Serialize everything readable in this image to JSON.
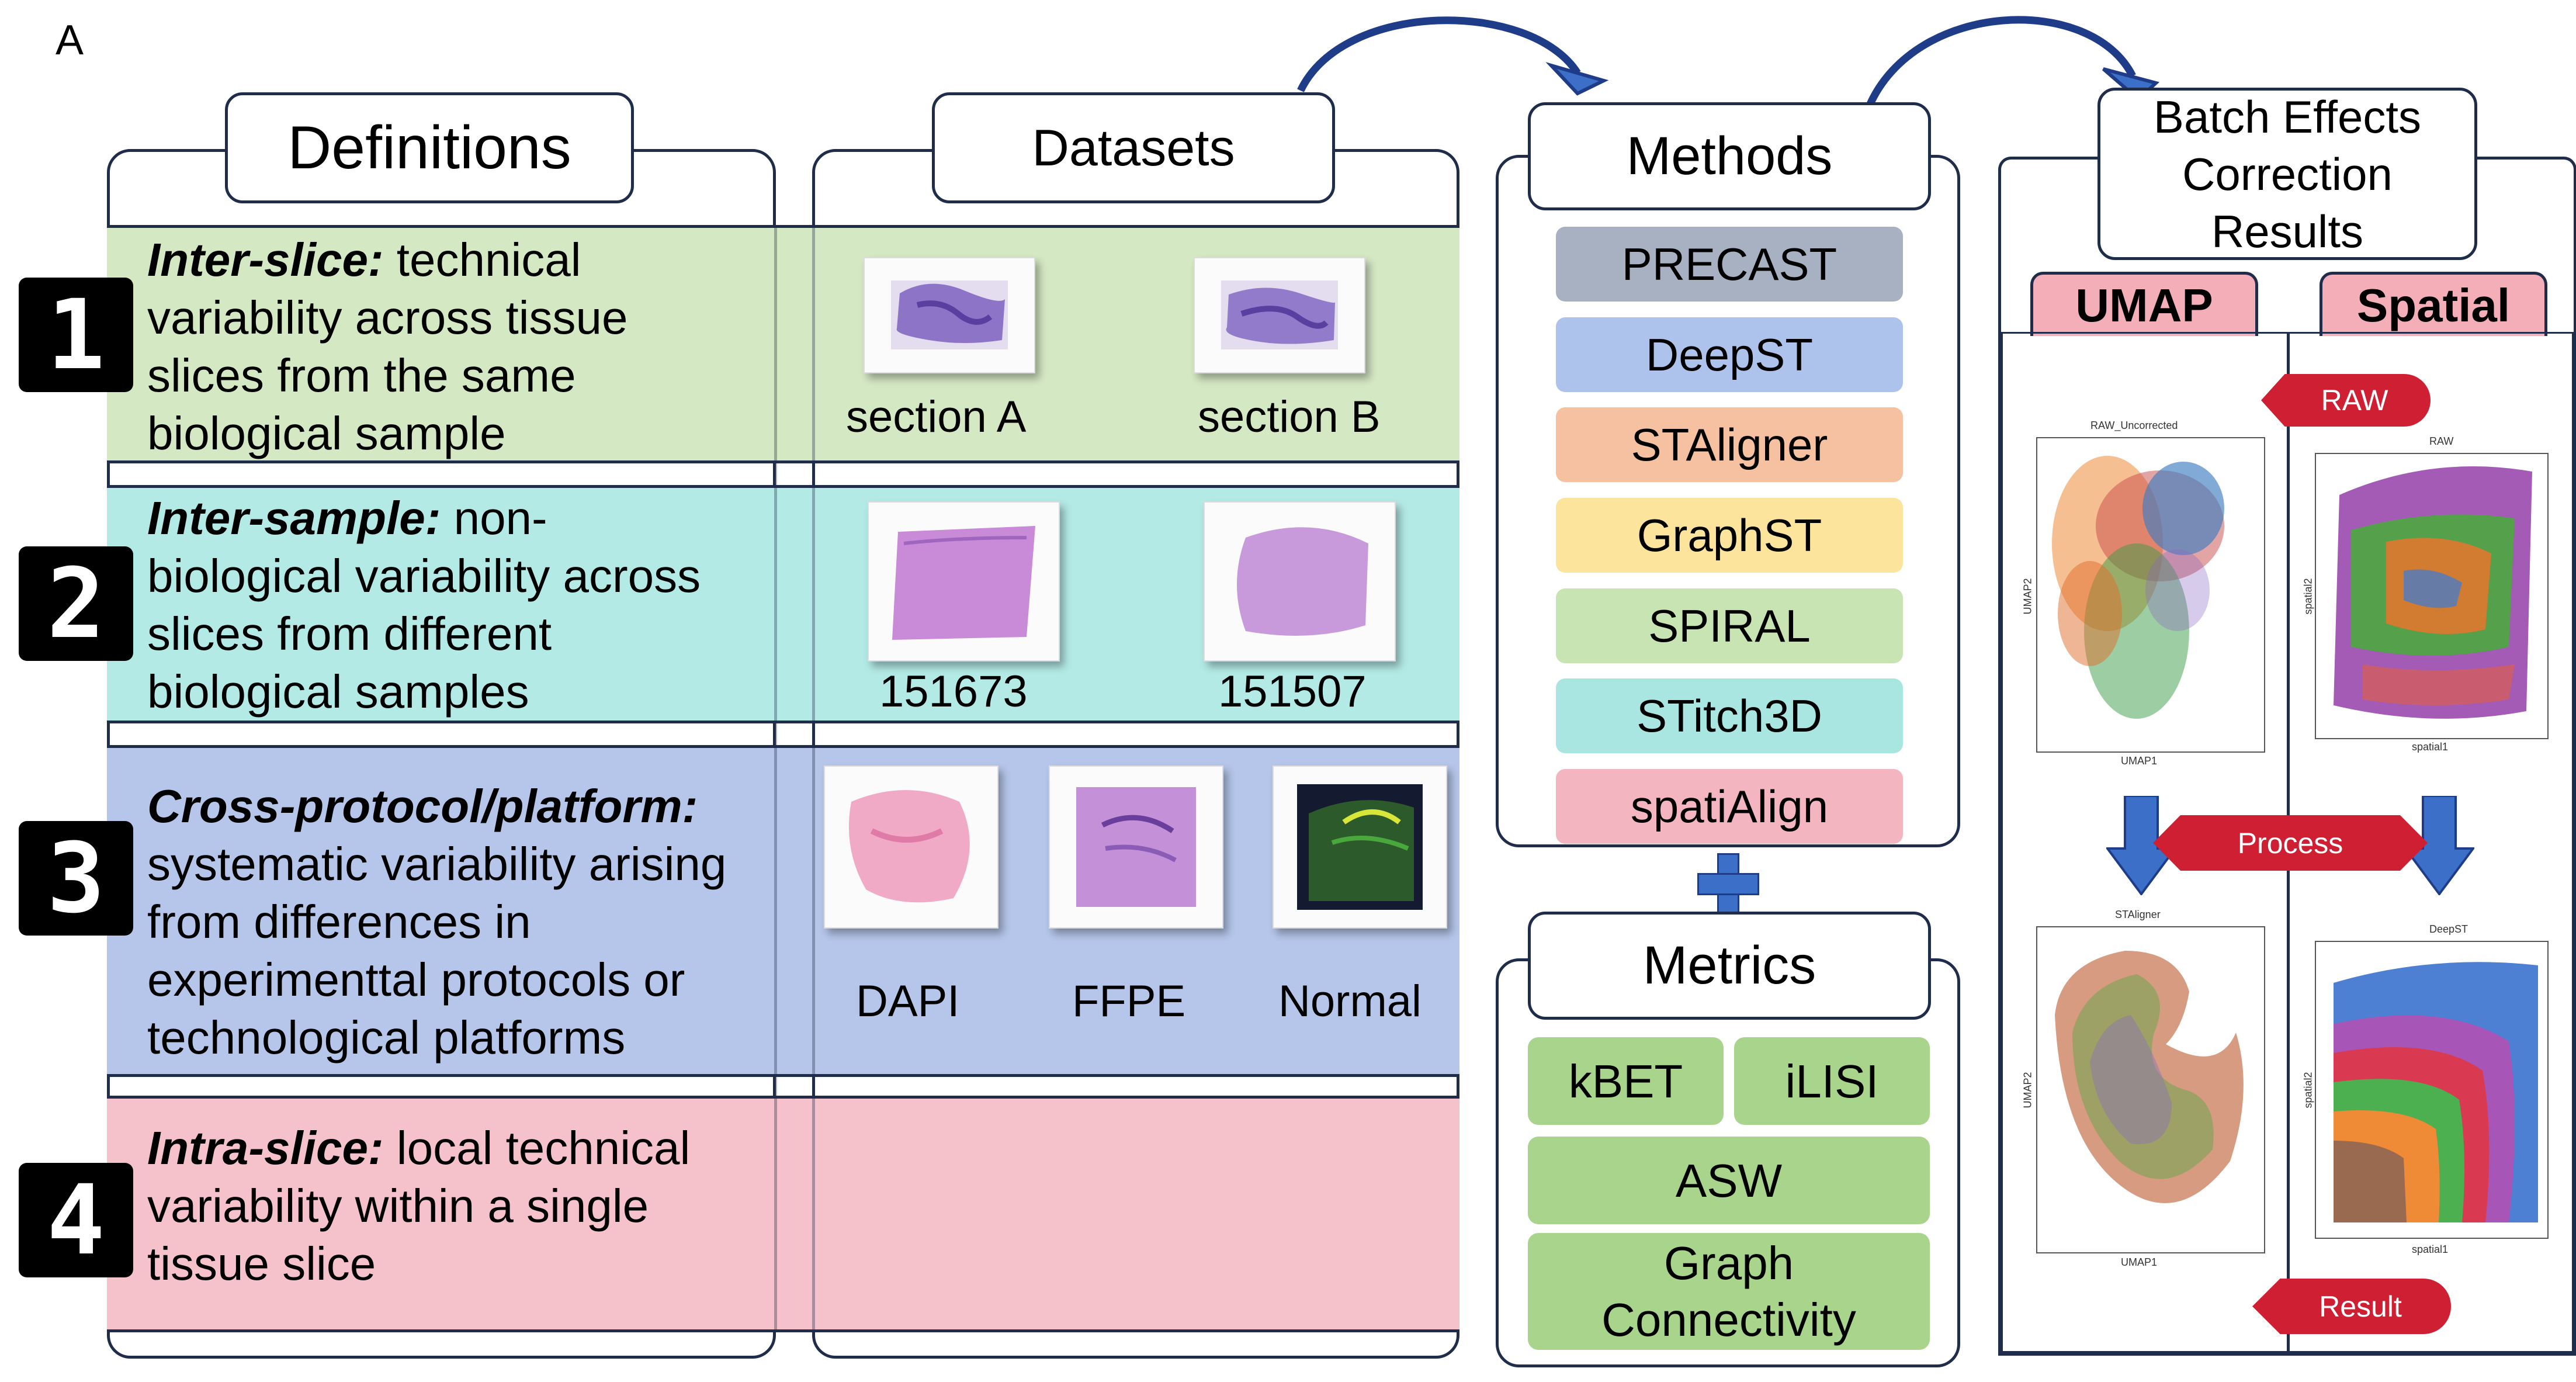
{
  "figure_label": "A",
  "definitions": {
    "title": "Definitions",
    "items": [
      {
        "number": "1",
        "term": "Inter-slice:",
        "lines": [
          " technical",
          "variability across tissue",
          "slices from the same",
          "biological sample"
        ],
        "color": "#d5e8c4"
      },
      {
        "number": "2",
        "term": "Inter-sample:",
        "lines": [
          " non-",
          "biological variability across",
          "slices from different",
          "biological samples"
        ],
        "color": "#b4eae6"
      },
      {
        "number": "3",
        "term": "Cross-protocol/platform:",
        "lines": [
          "",
          "systematic variability arising",
          "from differences in",
          "experimenttal protocols or",
          "technological platforms"
        ],
        "color": "#b5c6ea"
      },
      {
        "number": "4",
        "term": "Intra-slice:",
        "lines": [
          " local technical",
          "variability within a single",
          "tissue slice"
        ],
        "color": "#f5c2cc"
      }
    ]
  },
  "datasets": {
    "title": "Datasets",
    "row1": [
      "section A",
      "section B"
    ],
    "row2": [
      "151673",
      "151507"
    ],
    "row3": [
      "DAPI",
      "FFPE",
      "Normal"
    ]
  },
  "methods": {
    "title": "Methods",
    "items": [
      {
        "label": "PRECAST",
        "color": "#a7b1c2"
      },
      {
        "label": "DeepST",
        "color": "#aec3ec"
      },
      {
        "label": "STAligner",
        "color": "#f5c1a0"
      },
      {
        "label": "GraphST",
        "color": "#fde49c"
      },
      {
        "label": "SPIRAL",
        "color": "#c8e4b3"
      },
      {
        "label": "STitch3D",
        "color": "#a9e6e2"
      },
      {
        "label": "spatiAlign",
        "color": "#f3b5bf"
      }
    ]
  },
  "plus_symbol": "+",
  "metrics": {
    "title": "Metrics",
    "items": [
      "kBET",
      "iLISI",
      "ASW",
      "Graph\nConnectivity"
    ]
  },
  "results": {
    "title": "Batch Effects\nCorrection\nResults",
    "tabs": [
      "UMAP",
      "Spatial"
    ],
    "raw_label": "RAW",
    "process_label": "Process",
    "result_label": "Result",
    "plots": {
      "umap_raw_title": "RAW_Uncorrected",
      "spatial_raw_title": "RAW",
      "umap_corrected_title": "STAligner",
      "spatial_corrected_title": "DeepST",
      "umap_x": "UMAP1",
      "umap_y": "UMAP2",
      "spatial_x": "spatial1",
      "spatial_y": "spatial2"
    }
  },
  "colors": {
    "outline": "#1f2d4a",
    "arrow_blue": "#3b6fc8",
    "ribbon_red": "#cf1f33",
    "metric_green": "#a9d48c"
  }
}
